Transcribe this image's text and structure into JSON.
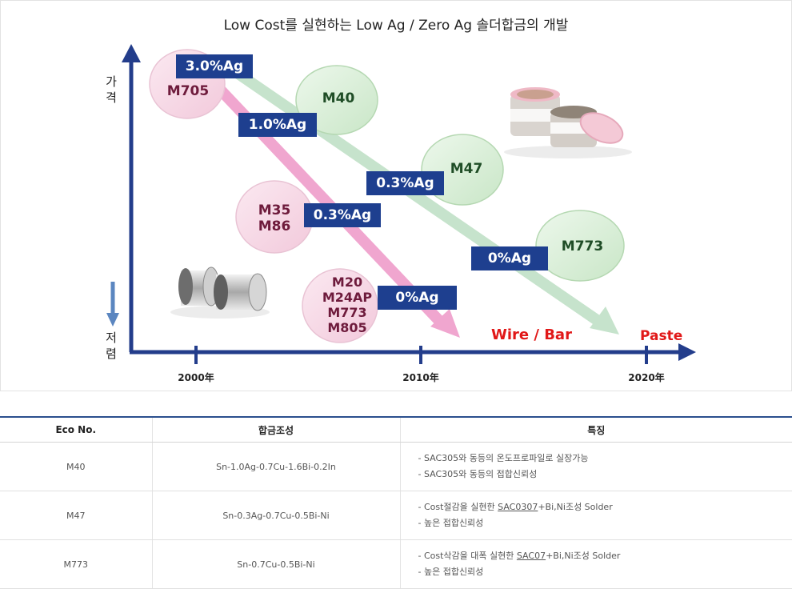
{
  "diagram": {
    "title": "Low Cost를 실현하는 Low Ag / Zero Ag 솔더합금의 개발",
    "y_label_top": [
      "가",
      "격"
    ],
    "y_label_bottom": [
      "저",
      "렴"
    ],
    "x_ticks": [
      "2000年",
      "2010年",
      "2020年"
    ],
    "wire_bar_label": "Wire / Bar",
    "paste_label": "Paste",
    "ag_labels": {
      "a30": "3.0%Ag",
      "a10": "1.0%Ag",
      "a03_upper": "0.3%Ag",
      "a03_lower": "0.3%Ag",
      "a0_right": "0%Ag",
      "a0_lower": "0%Ag"
    },
    "bubbles": {
      "m705": [
        "M705"
      ],
      "m40": [
        "M40"
      ],
      "m47": [
        "M47"
      ],
      "m773": [
        "M773"
      ],
      "m35_m86": [
        "M35",
        "M86"
      ],
      "m20_group": [
        "M20",
        "M24AP",
        "M773",
        "M805"
      ]
    },
    "colors": {
      "axis": "#233d8b",
      "label_box": "#1e3f8f",
      "pink_arrow": "#f0a6cf",
      "green_arrow": "#c6e3cc",
      "pink_bubble": "#f7dbe8",
      "green_bubble": "#dbefd9",
      "pink_text": "#6e1b3c",
      "green_text": "#1f4d26",
      "red_label": "#e11818"
    }
  },
  "table": {
    "headers": [
      "Eco No.",
      "합금조성",
      "특징"
    ],
    "rows": [
      {
        "eco": "M40",
        "alloy": "Sn-1.0Ag-0.7Cu-1.6Bi-0.2In",
        "features": [
          {
            "pre": "- SAC305와 동등의 온도프로파일로 실장가능",
            "link": "",
            "post": ""
          },
          {
            "pre": "- SAC305와 동등의 접합신뢰성",
            "link": "",
            "post": ""
          }
        ]
      },
      {
        "eco": "M47",
        "alloy": "Sn-0.3Ag-0.7Cu-0.5Bi-Ni",
        "features": [
          {
            "pre": "- Cost절감을 실현한 ",
            "link": "SAC0307",
            "post": "+Bi,Ni조성 Solder"
          },
          {
            "pre": "- 높은 접합신뢰성",
            "link": "",
            "post": ""
          }
        ]
      },
      {
        "eco": "M773",
        "alloy": "Sn-0.7Cu-0.5Bi-Ni",
        "features": [
          {
            "pre": "- Cost삭감을 대폭 실현한 ",
            "link": "SAC07",
            "post": "+Bi,Ni조성 Solder"
          },
          {
            "pre": "- 높은 접합신뢰성",
            "link": "",
            "post": ""
          }
        ]
      }
    ]
  }
}
